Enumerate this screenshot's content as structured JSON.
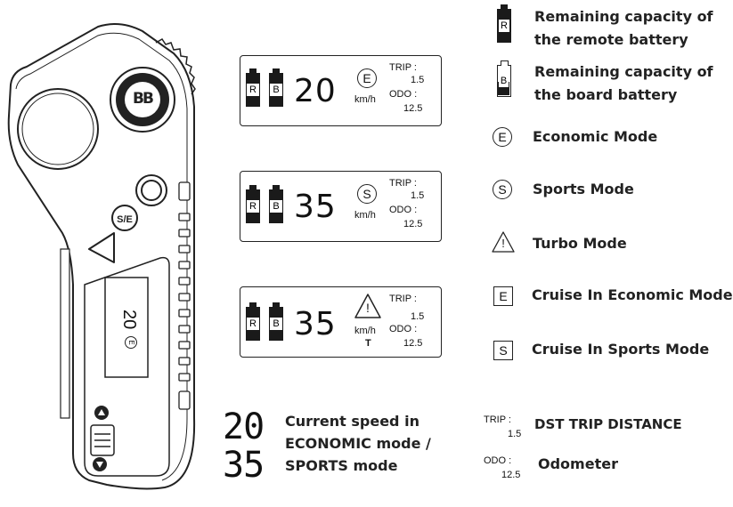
{
  "remote": {
    "logo": "BB",
    "speed_shown": "20",
    "button_mode_label": "S/E"
  },
  "screens": [
    {
      "battery_r": "R",
      "battery_b": "B",
      "speed": "20",
      "mode": "E",
      "unit": "km/h",
      "trip_label": "TRIP :",
      "trip_value": "1.5",
      "odo_label": "ODO :",
      "odo_value": "12.5"
    },
    {
      "battery_r": "R",
      "battery_b": "B",
      "speed": "35",
      "mode": "S",
      "unit": "km/h",
      "trip_label": "TRIP :",
      "trip_value": "1.5",
      "odo_label": "ODO :",
      "odo_value": "12.5"
    },
    {
      "battery_r": "R",
      "battery_b": "B",
      "speed": "35",
      "mode": "!",
      "unit": "km/h",
      "trip_label": "TRIP :",
      "trip_value": "1.5",
      "odo_label": "ODO :",
      "odo_value": "12.5",
      "extra": "T"
    }
  ],
  "legend": {
    "remote_battery": {
      "icon_letter": "R",
      "text1": "Remaining capacity of",
      "text2": "the remote battery"
    },
    "board_battery": {
      "icon_letter": "B",
      "text1": "Remaining capacity of",
      "text2": "the board battery"
    },
    "economic": {
      "icon_letter": "E",
      "text": "Economic Mode"
    },
    "sports": {
      "icon_letter": "S",
      "text": "Sports Mode"
    },
    "turbo": {
      "icon_letter": "!",
      "text": "Turbo Mode"
    },
    "cruise_eco": {
      "icon_letter": "E",
      "text": "Cruise In Economic Mode"
    },
    "cruise_sports": {
      "icon_letter": "S",
      "text": "Cruise In Sports Mode"
    }
  },
  "speed_legend": {
    "digits1": "20",
    "digits2": "35",
    "line1": "Current speed in",
    "line2": "ECONOMIC mode /",
    "line3": "SPORTS mode"
  },
  "trip_legend": {
    "label": "TRIP :",
    "value": "1.5",
    "text": "DST TRIP DISTANCE"
  },
  "odo_legend": {
    "label": "ODO :",
    "value": "12.5",
    "text": "Odometer"
  },
  "colors": {
    "ink": "#222222",
    "battery_fill": "#1a1a1a"
  }
}
